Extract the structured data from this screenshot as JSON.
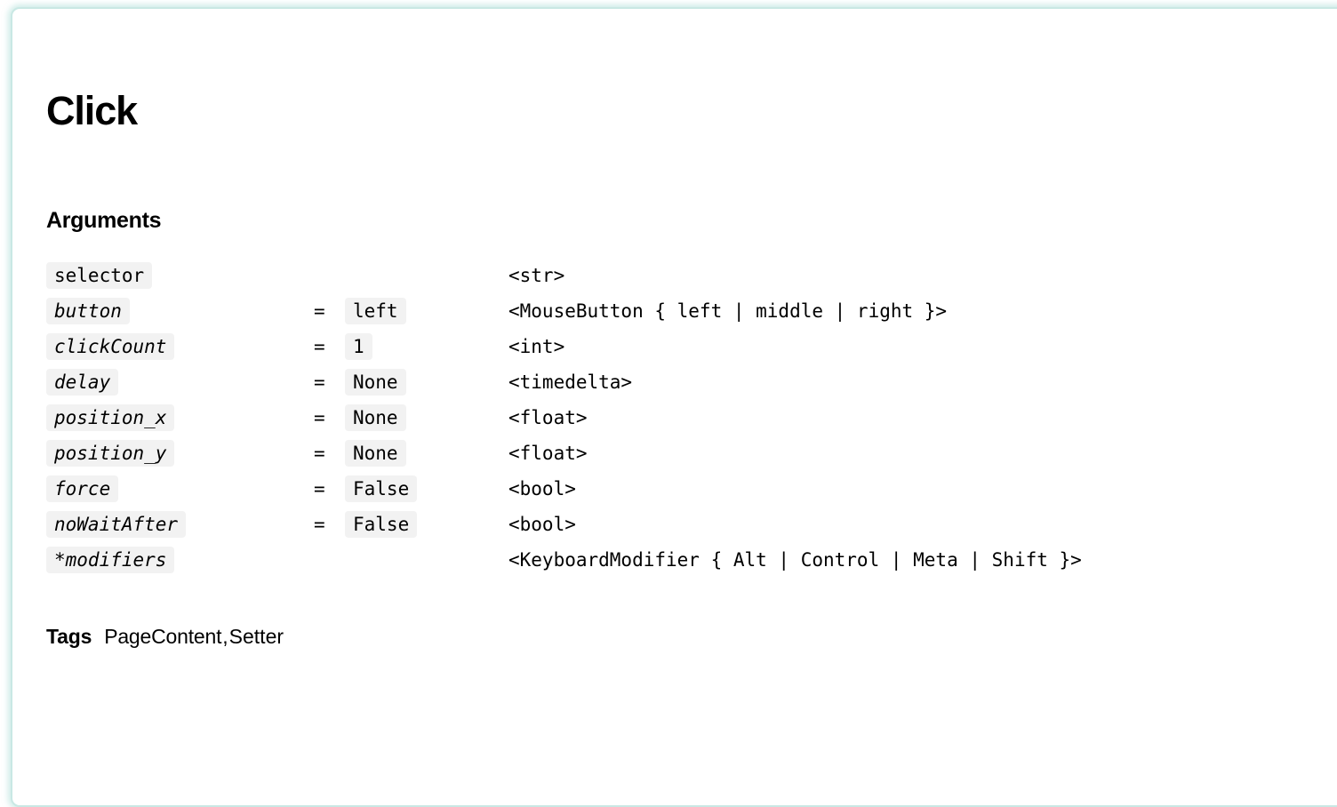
{
  "card": {
    "border_color": "#c9e8e4",
    "glow_color": "#a8dcd6",
    "background": "#ffffff",
    "chip_background": "#f2f2f2"
  },
  "title": "Click",
  "sections": {
    "arguments_heading": "Arguments"
  },
  "arguments": [
    {
      "name": "selector",
      "optional": false,
      "has_default": false,
      "equals": "",
      "default": "",
      "type": "<str>"
    },
    {
      "name": "button",
      "optional": true,
      "has_default": true,
      "equals": "=",
      "default": "left",
      "type": "<MouseButton { left | middle | right }>"
    },
    {
      "name": "clickCount",
      "optional": true,
      "has_default": true,
      "equals": "=",
      "default": "1",
      "type": "<int>"
    },
    {
      "name": "delay",
      "optional": true,
      "has_default": true,
      "equals": "=",
      "default": "None",
      "type": "<timedelta>"
    },
    {
      "name": "position_x",
      "optional": true,
      "has_default": true,
      "equals": "=",
      "default": "None",
      "type": "<float>"
    },
    {
      "name": "position_y",
      "optional": true,
      "has_default": true,
      "equals": "=",
      "default": "None",
      "type": "<float>"
    },
    {
      "name": "force",
      "optional": true,
      "has_default": true,
      "equals": "=",
      "default": "False",
      "type": "<bool>"
    },
    {
      "name": "noWaitAfter",
      "optional": true,
      "has_default": true,
      "equals": "=",
      "default": "False",
      "type": "<bool>"
    },
    {
      "name": "*modifiers",
      "optional": true,
      "has_default": false,
      "equals": "",
      "default": "",
      "type": "<KeyboardModifier { Alt | Control | Meta | Shift }>"
    }
  ],
  "tags": {
    "label": "Tags",
    "items": [
      "PageContent",
      "Setter"
    ],
    "separator": ","
  }
}
